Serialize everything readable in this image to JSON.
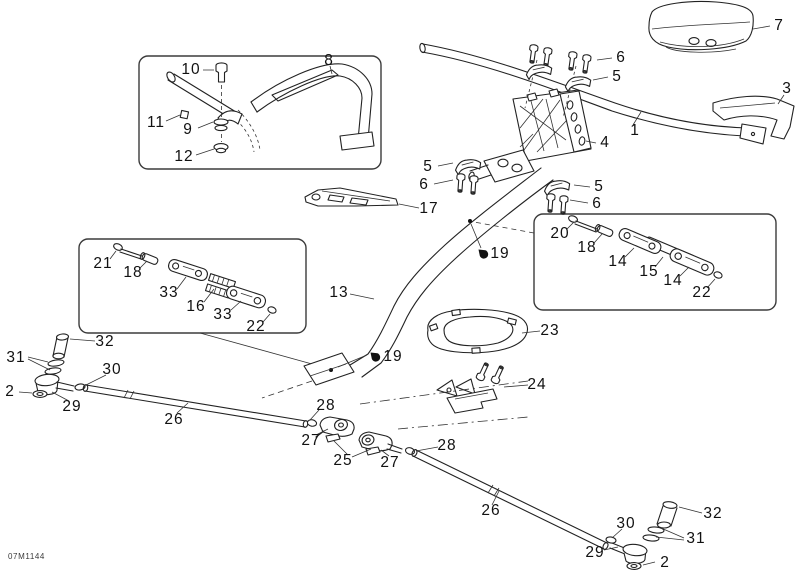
{
  "code": "07M1144",
  "callouts": {
    "1": "1",
    "2": "2",
    "3": "3",
    "4": "4",
    "5": "5",
    "6": "6",
    "7": "7",
    "8": "8",
    "9": "9",
    "10": "10",
    "11": "11",
    "12": "12",
    "13": "13",
    "14": "14",
    "15": "15",
    "16": "16",
    "17": "17",
    "18": "18",
    "19": "19",
    "20": "20",
    "21": "21",
    "22": "22",
    "23": "23",
    "24": "24",
    "25": "25",
    "26": "26",
    "27": "27",
    "28": "28",
    "29": "29",
    "30": "30",
    "31": "31",
    "32": "32",
    "33": "33"
  }
}
